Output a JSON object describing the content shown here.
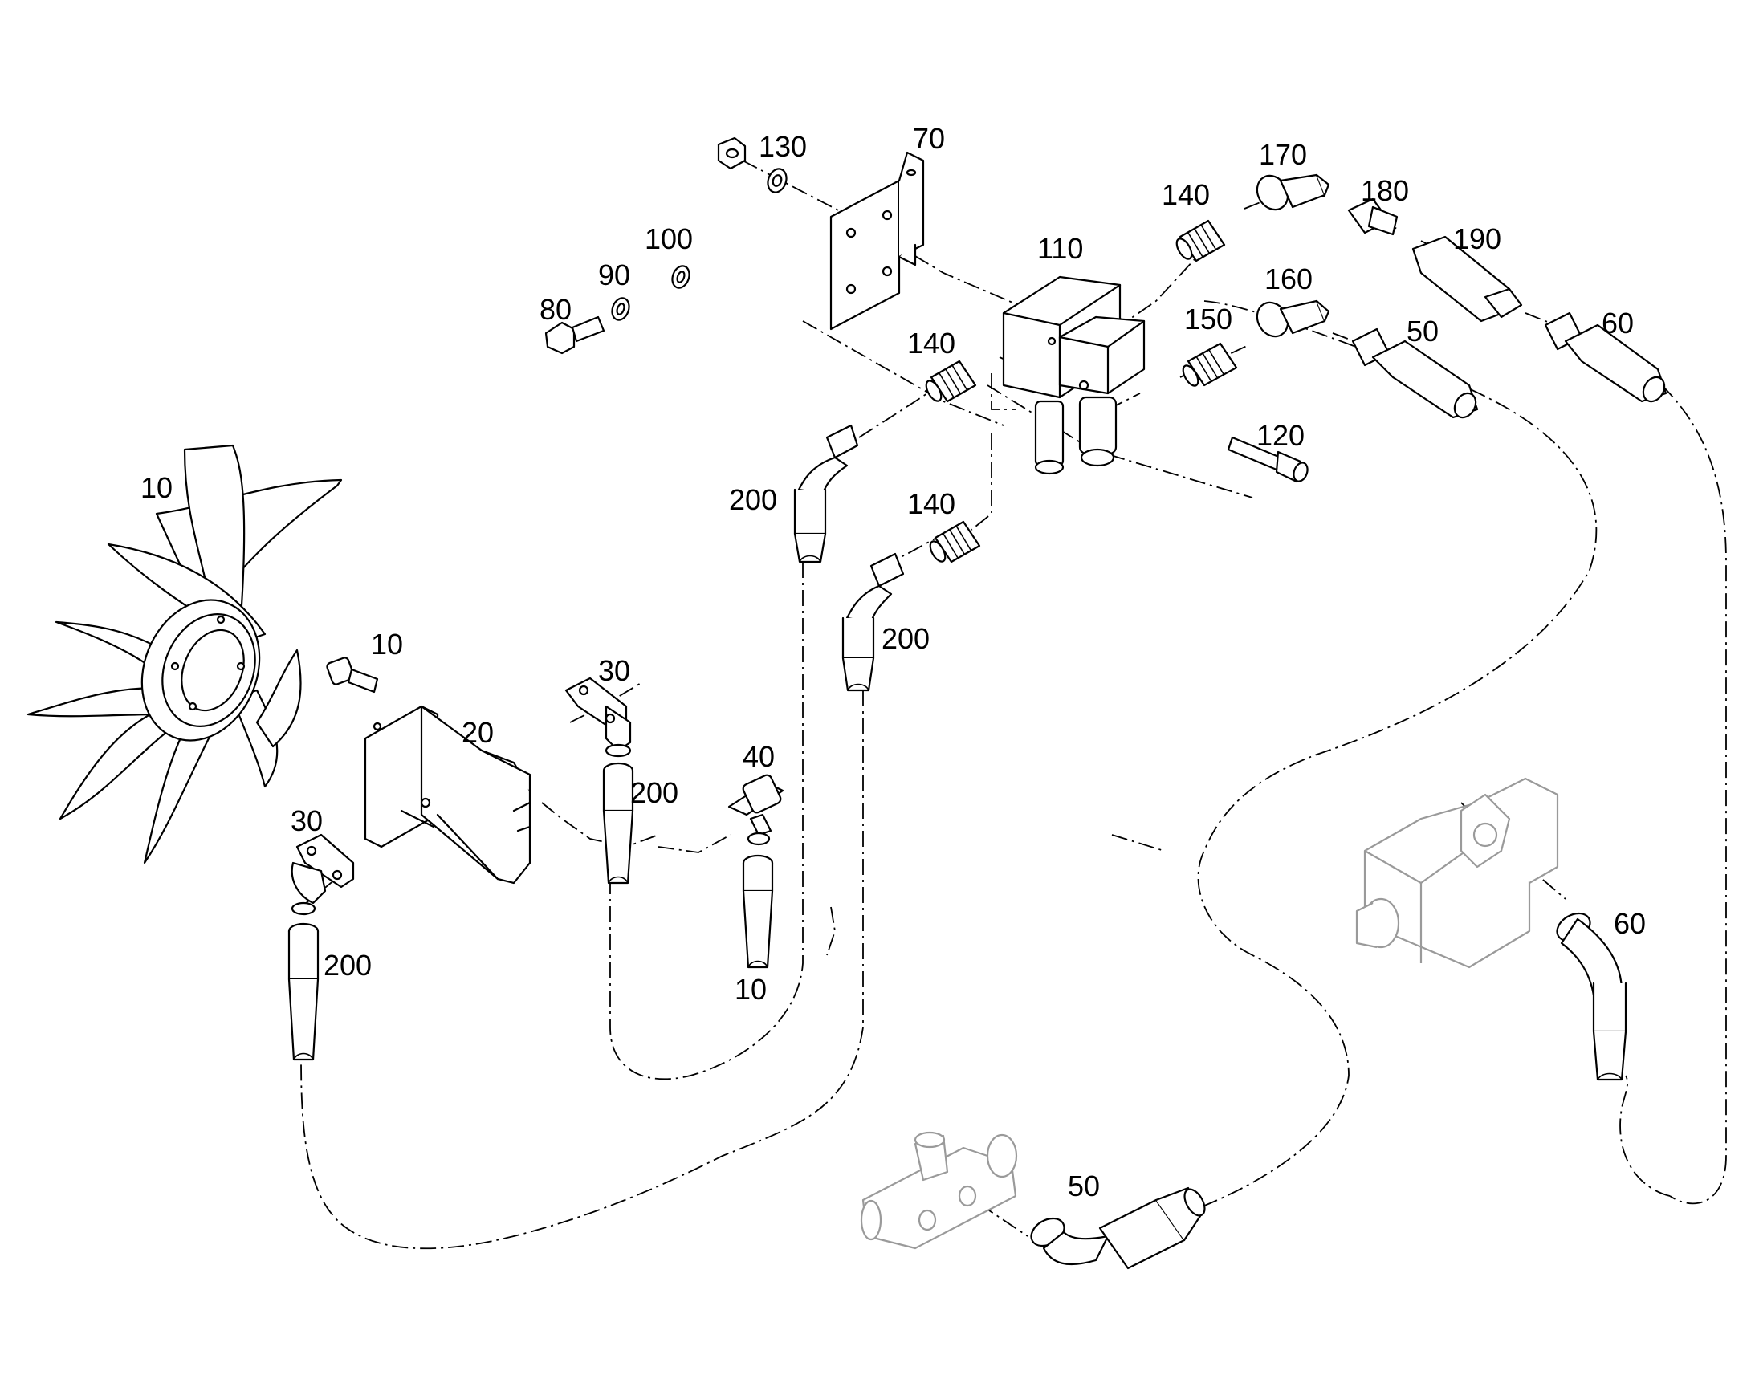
{
  "callouts": {
    "fan": "10",
    "fan_bolt": "10",
    "drain_tube": "10",
    "pump": "20",
    "flange_upper": "30",
    "flange_lower": "30",
    "tee_fitting": "40",
    "hose_50_upper": "50",
    "hose_50_lower": "50",
    "hose_60_upper": "60",
    "hose_60_lower": "60",
    "bracket": "70",
    "bolt": "80",
    "washer_90": "90",
    "washer_100": "100",
    "valve_block": "110",
    "screw": "120",
    "nut": "130",
    "adapter_140_top": "140",
    "adapter_140_mid": "140",
    "adapter_140_low": "140",
    "adapter_150": "150",
    "elbow_160": "160",
    "elbow_170": "170",
    "nipple_180": "180",
    "check_valve_190": "190",
    "hose_200_a": "200",
    "hose_200_b": "200",
    "hose_200_c": "200",
    "hose_200_d": "200"
  },
  "colors": {
    "ink": "#000000",
    "ghost": "#9a9a9a",
    "background": "#ffffff"
  }
}
